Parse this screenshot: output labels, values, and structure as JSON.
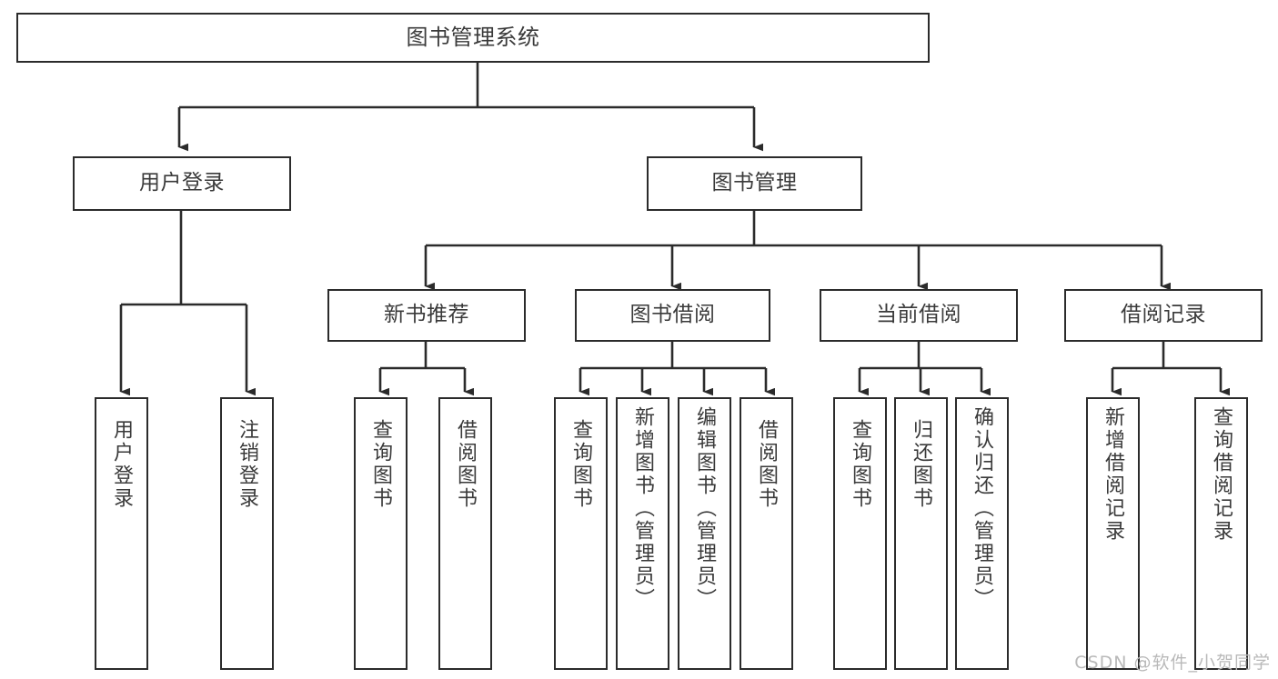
{
  "diagram": {
    "title": "图书管理系统",
    "type": "tree-hierarchy",
    "orientation": "top-down",
    "colors": {
      "stroke": "#2b2b2b",
      "node_fill": "#ffffff",
      "text": "#3a3a3a",
      "background": "#ffffff",
      "watermark": "#b9b9b9"
    }
  },
  "watermark": {
    "text": "CSDN @软件_小贺同学"
  },
  "nodes": {
    "root": {
      "label": "图书管理系统"
    },
    "level1": [
      {
        "label": "用户登录"
      },
      {
        "label": "图书管理"
      }
    ],
    "level2": [
      {
        "label": "新书推荐"
      },
      {
        "label": "图书借阅"
      },
      {
        "label": "当前借阅"
      },
      {
        "label": "借阅记录"
      }
    ],
    "leaves": {
      "user_login": [
        {
          "label": "用户登录"
        },
        {
          "label": "注销登录"
        }
      ],
      "new_book_recommend": [
        {
          "label": "查询图书"
        },
        {
          "label": "借阅图书"
        }
      ],
      "book_borrow": [
        {
          "label": "查询图书"
        },
        {
          "label": "新增图书（管理员）"
        },
        {
          "label": "编辑图书（管理员）"
        },
        {
          "label": "借阅图书"
        }
      ],
      "current_borrow": [
        {
          "label": "查询图书"
        },
        {
          "label": "归还图书"
        },
        {
          "label": "确认归还（管理员）"
        }
      ],
      "borrow_record": [
        {
          "label": "新增借阅记录"
        },
        {
          "label": "查询借阅记录"
        }
      ]
    }
  }
}
